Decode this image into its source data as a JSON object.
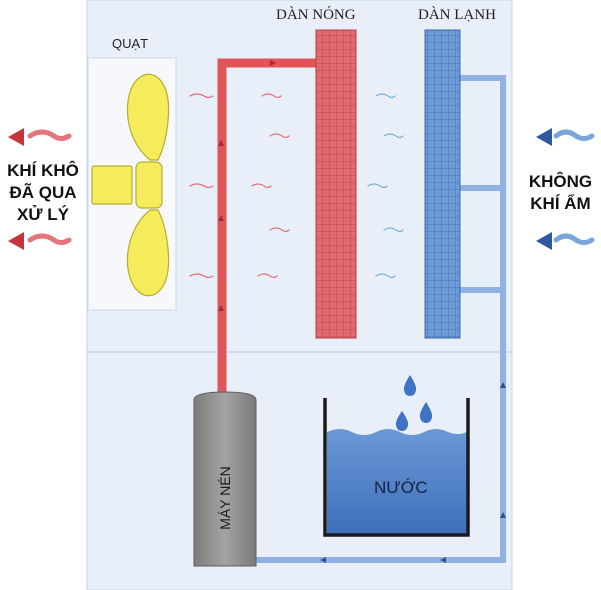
{
  "labels": {
    "fan": "QUẠT",
    "hot_coil": "DÀN NÓNG",
    "cold_coil": "DÀN LẠNH",
    "compressor": "MÁY NÉN",
    "water": "NƯỚC"
  },
  "left_side": {
    "lines": [
      "KHÍ KHÔ",
      "ĐÃ QUA",
      "XỬ LÝ"
    ]
  },
  "right_side": {
    "lines": [
      "KHÔNG",
      "KHÍ ẨM"
    ]
  },
  "colors": {
    "housing": "#e8eef8",
    "hot": "#e0545a",
    "cold": "#5b8fd0",
    "pipe_blue": "#8fb2e2",
    "fan_blade": "#f4ec5a",
    "compressor": "#8f8f8f",
    "water": "#4f7fc8"
  }
}
